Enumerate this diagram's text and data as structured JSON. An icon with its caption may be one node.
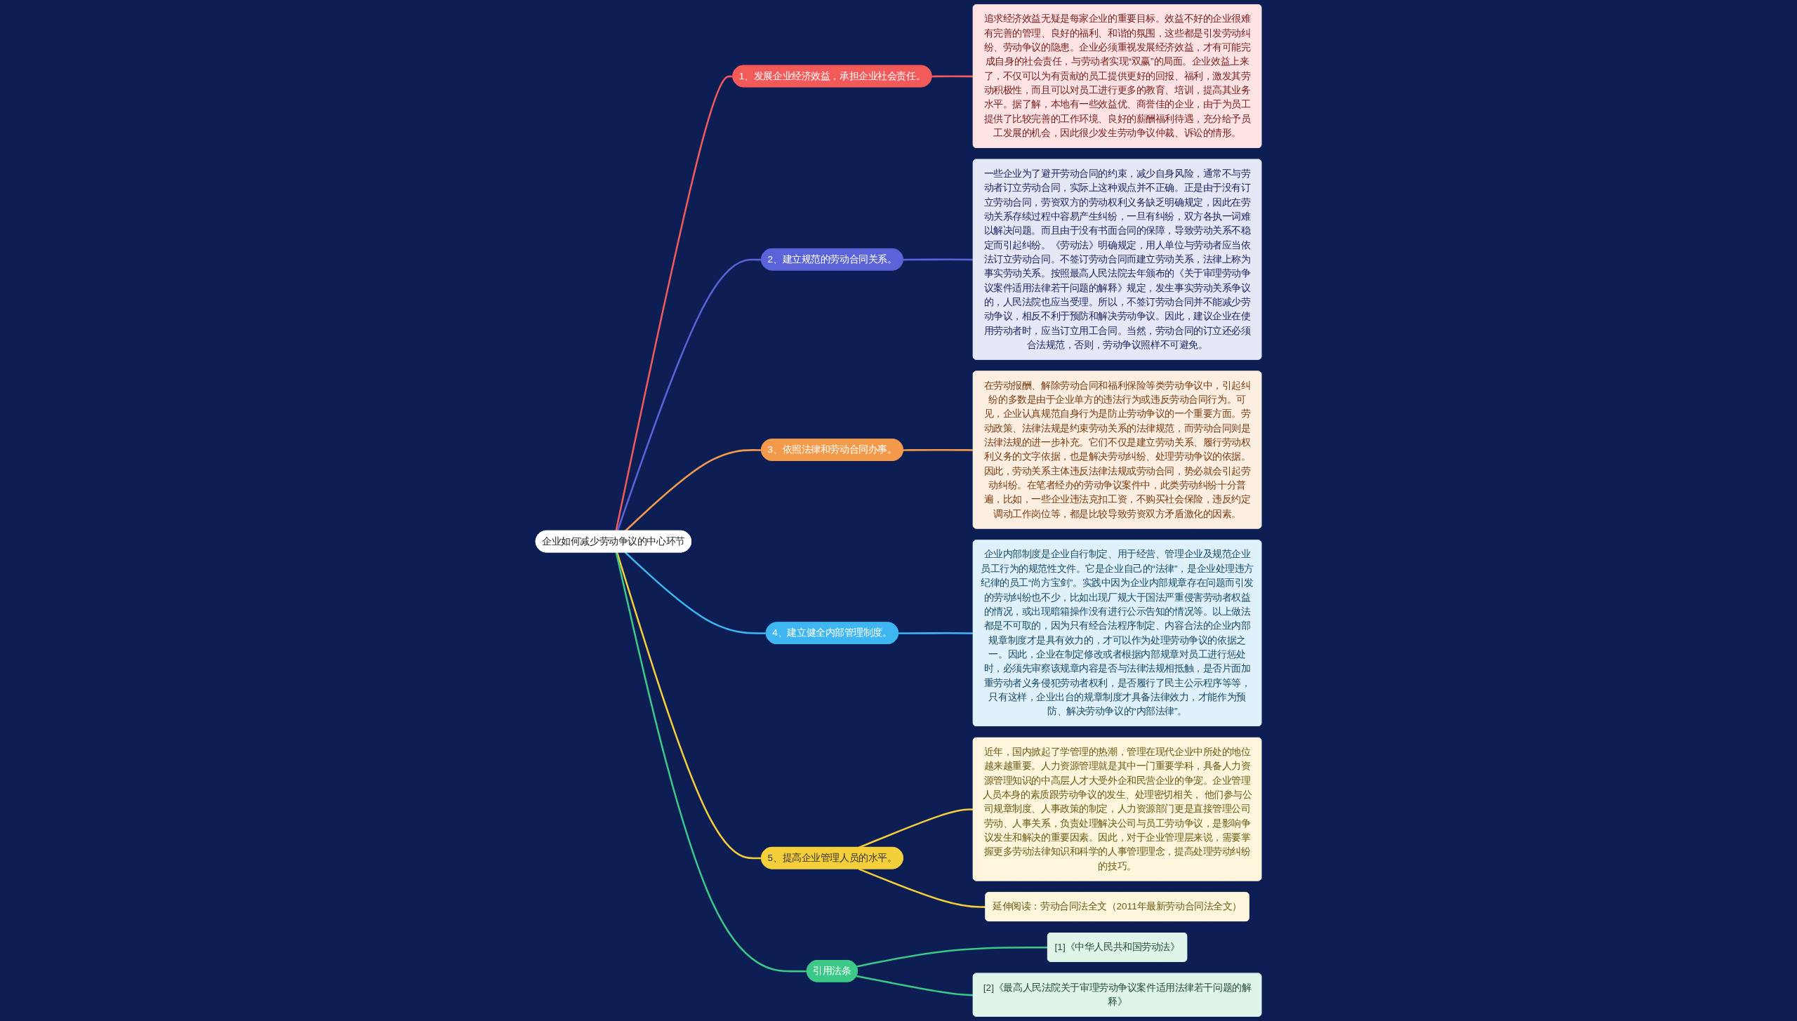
{
  "diagram": {
    "nodes": [
      {
        "text": [
          "企业如何减少劳动争议的中心环节"
        ]
      },
      {
        "text": [
          "1、发展企业经济效益，承担企业社会责任。"
        ]
      },
      {
        "text": [
          "追求经济效益无疑是每家企业的重要目标。效益不好的企业很难有完善的管理、良好的福利、和谐的氛围，这些都是引发劳动纠纷、劳动争议的隐患。企业必须重视发展经济效益，才有可能完成自身的社会责任，与劳动者实现“双赢”的局面。企业效益上来了，不仅可以为有贡献的员工提供更好的回报、福利，激发其劳动积极性，而且可以对员工进行更多的教育、培训，提高其业务水平。据了解，本地有一些效益优、商誉佳的企业，由于为员工提供了比较完善的工作环境、良好的薪酬福利待遇，充分给予员工发展的机会，因此很少发生劳动争议仲裁、诉讼的情形。"
        ]
      },
      {
        "text": [
          "2、建立规范的劳动合同关系。"
        ]
      },
      {
        "text": [
          "一些企业为了避开劳动合同的约束，减少自身风险，通常不与劳动者订立劳动合同，实际上这种观点并不正确。正是由于没有订立劳动合同，劳资双方的劳动权利义务缺乏明确规定，因此在劳动关系存续过程中容易产生纠纷，一旦有纠纷，双方各执一词难以解决问题。而且由于没有书面合同的保障，导致劳动关系不稳定而引起纠纷。《劳动法》明确规定，用人单位与劳动者应当依法订立劳动合同。不签订劳动合同而建立劳动关系，法律上称为事实劳动关系。按照最高人民法院去年颁布的《关于审理劳动争议案件适用法律若干问题的解释》规定，发生事实劳动关系争议的，人民法院也应当受理。所以，不签订劳动合同并不能减少劳动争议，相反不利于预防和解决劳动争议。因此，建议企业在使用劳动者时，应当订立用工合同。当然，劳动合同的订立还必须合法规范，否则，劳动争议照样不可避免。"
        ]
      },
      {
        "text": [
          "3、依照法律和劳动合同办事。"
        ]
      },
      {
        "text": [
          "在劳动报酬、解除劳动合同和福利保险等类劳动争议中，引起纠纷的多数是由于企业单方的违法行为或违反劳动合同行为。可见，企业认真规范自身行为是防止劳动争议的一个重要方面。劳动政策、法律法规是约束劳动关系的法律规范，而劳动合同则是法律法规的进一步补充。它们不仅是建立劳动关系、履行劳动权利义务的文字依据，也是解决劳动纠纷、处理劳动争议的依据。因此，劳动关系主体违反法律法规或劳动合同，势必就会引起劳动纠纷。在笔者经办的劳动争议案件中，此类劳动纠纷十分普遍，比如，一些企业违法克扣工资，不购买社会保险，违反约定调动工作岗位等，都是比较导致劳资双方矛盾激化的因素。"
        ]
      },
      {
        "text": [
          "4、建立健全内部管理制度。"
        ]
      },
      {
        "text": [
          "企业内部制度是企业自行制定、用于经营、管理企业及规范企业员工行为的规范性文件。它是企业自己的“法律”，是企业处理违方纪律的员工“尚方宝剑”。实践中因为企业内部规章存在问题而引发的劳动纠纷也不少，比如出现厂规大于国法严重侵害劳动者权益的情况，或出现暗箱操作没有进行公示告知的情况等。以上做法都是不可取的，因为只有经合法程序制定、内容合法的企业内部规章制度才是具有效力的，才可以作为处理劳动争议的依据之一。因此，企业在制定修改或者根据内部规章对员工进行惩处时，必须先审察该规章内容是否与法律法规相抵触，是否片面加重劳动者义务侵犯劳动者权利，是否履行了民主公示程序等等，只有这样，企业出台的规章制度才具备法律效力，才能作为预防、解决劳动争议的“内部法律”。"
        ]
      },
      {
        "text": [
          "5、提高企业管理人员的水平。"
        ]
      },
      {
        "text": [
          "近年，国内掀起了学管理的热潮，管理在现代企业中所处的地位越来越重要。人力资源管理就是其中一门重要学科，具备人力资源管理知识的中高层人才大受外企和民营企业的争宠。企业管理人员本身的素质跟劳动争议的发生、处理密切相关， 他们参与公司规章制度、人事政策的制定，人力资源部门更是直接管理公司劳动、人事关系，负责处理解决公司与员工劳动争议，是影响争议发生和解决的重要因素。因此，对于企业管理层来说，需要掌握更多劳动法律知识和科学的人事管理理念，提高处理劳动纠纷的技巧。"
        ]
      },
      {
        "text": [
          "延伸阅读：劳动合同法全文（2011年最新劳动合同法全文）"
        ]
      },
      {
        "text": [
          "引用法条"
        ]
      },
      {
        "text": [
          "[1]《中华人民共和国劳动法》"
        ]
      },
      {
        "text": [
          "[2]《最高人民法院关于审理劳动争议案件适用法律若干问题的解释》"
        ]
      }
    ],
    "edges": [
      {
        "from": 0,
        "to": 1,
        "arrow": "none",
        "color": "#f25a5a"
      },
      {
        "from": 1,
        "to": 2,
        "arrow": "none",
        "color": "#f25a5a"
      },
      {
        "from": 0,
        "to": 3,
        "arrow": "none",
        "color": "#5b63d8"
      },
      {
        "from": 3,
        "to": 4,
        "arrow": "none",
        "color": "#5b63d8"
      },
      {
        "from": 0,
        "to": 5,
        "arrow": "none",
        "color": "#f39a4a"
      },
      {
        "from": 5,
        "to": 6,
        "arrow": "none",
        "color": "#f39a4a"
      },
      {
        "from": 0,
        "to": 7,
        "arrow": "none",
        "color": "#3fb6f2"
      },
      {
        "from": 7,
        "to": 8,
        "arrow": "none",
        "color": "#3fb6f2"
      },
      {
        "from": 0,
        "to": 9,
        "arrow": "none",
        "color": "#f5cf3a"
      },
      {
        "from": 9,
        "to": 10,
        "arrow": "none",
        "color": "#f5cf3a"
      },
      {
        "from": 9,
        "to": 11,
        "arrow": "none",
        "color": "#f5cf3a"
      },
      {
        "from": 0,
        "to": 12,
        "arrow": "none",
        "color": "#3cc987"
      },
      {
        "from": 12,
        "to": 13,
        "arrow": "none",
        "color": "#3cc987"
      },
      {
        "from": 12,
        "to": 14,
        "arrow": "none",
        "color": "#3cc987"
      }
    ]
  }
}
